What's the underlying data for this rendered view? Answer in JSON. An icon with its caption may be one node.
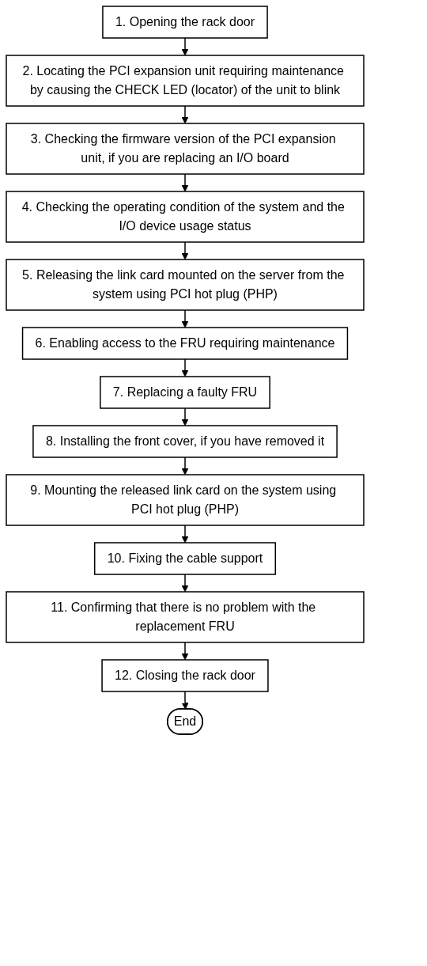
{
  "diagram": {
    "nodes": [
      {
        "text": [
          "1. Opening the rack door"
        ]
      },
      {
        "text": [
          "2. Locating the PCI expansion unit requiring maintenance by causing the CHECK LED (locator) of the unit to blink"
        ]
      },
      {
        "text": [
          "3. Checking the firmware version of the PCI expansion unit, if you are replacing an I/O board"
        ]
      },
      {
        "text": [
          "4. Checking the operating condition of the system and the I/O device usage status"
        ]
      },
      {
        "text": [
          "5. Releasing the link card mounted on the server from the system using PCI hot plug (PHP)"
        ]
      },
      {
        "text": [
          "6. Enabling access to the FRU requiring maintenance"
        ]
      },
      {
        "text": [
          "7. Replacing a faulty FRU"
        ]
      },
      {
        "text": [
          "8. Installing the front cover, if you have removed it"
        ]
      },
      {
        "text": [
          "9. Mounting the released link card on the system using PCI hot plug (PHP)"
        ]
      },
      {
        "text": [
          "10. Fixing the cable support"
        ]
      },
      {
        "text": [
          "11. Confirming that there is no problem with the replacement FRU"
        ]
      },
      {
        "text": [
          "12. Closing the rack door"
        ]
      },
      {
        "text": [
          "End"
        ]
      }
    ],
    "edges": [
      {
        "from": 0,
        "to": 1,
        "arrow": "to"
      },
      {
        "from": 1,
        "to": 2,
        "arrow": "to"
      },
      {
        "from": 2,
        "to": 3,
        "arrow": "to"
      },
      {
        "from": 3,
        "to": 4,
        "arrow": "to"
      },
      {
        "from": 4,
        "to": 5,
        "arrow": "to"
      },
      {
        "from": 5,
        "to": 6,
        "arrow": "to"
      },
      {
        "from": 6,
        "to": 7,
        "arrow": "to"
      },
      {
        "from": 7,
        "to": 8,
        "arrow": "to"
      },
      {
        "from": 8,
        "to": 9,
        "arrow": "to"
      },
      {
        "from": 9,
        "to": 10,
        "arrow": "to"
      },
      {
        "from": 10,
        "to": 11,
        "arrow": "to"
      },
      {
        "from": 11,
        "to": 12,
        "arrow": "to"
      }
    ]
  }
}
